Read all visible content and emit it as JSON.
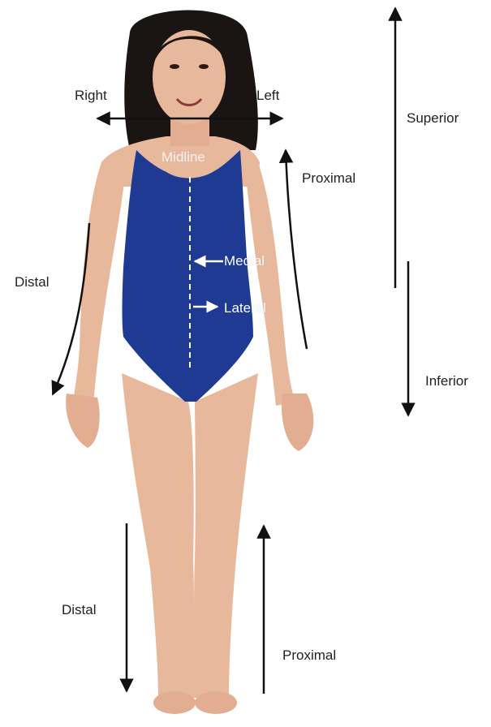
{
  "labels": {
    "right": "Right",
    "left": "Left",
    "midline": "Midline",
    "superior": "Superior",
    "inferior": "Inferior",
    "proximal_arm": "Proximal",
    "distal_arm": "Distal",
    "medial": "Medial",
    "lateral": "Lateral",
    "distal_leg": "Distal",
    "proximal_leg": "Proximal"
  },
  "colors": {
    "swimsuit": "#1f3a93",
    "skin": "#e8b89c",
    "hair": "#1a1412",
    "arrow": "#111111",
    "midline_arrow": "#ffffff"
  }
}
